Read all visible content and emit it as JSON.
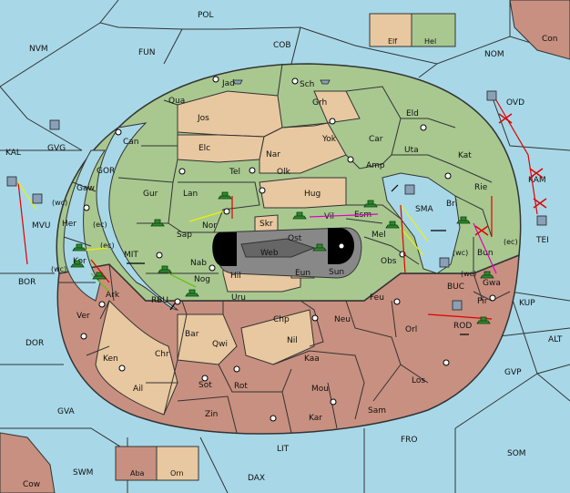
{
  "colors": {
    "sea": "#a8d8e8",
    "green_power": "#a8c890",
    "red_power": "#c89080",
    "neutral": "#e8c8a0",
    "center": "#888888",
    "border": "#333333",
    "black": "#000000"
  },
  "sea_regions": [
    {
      "id": "pol",
      "label": "POL"
    },
    {
      "id": "nvm",
      "label": "NVM"
    },
    {
      "id": "fun",
      "label": "FUN"
    },
    {
      "id": "cob",
      "label": "COB"
    },
    {
      "id": "nom",
      "label": "NOM"
    },
    {
      "id": "con",
      "label": "Con"
    },
    {
      "id": "ovd",
      "label": "OVD"
    },
    {
      "id": "kal",
      "label": "KAL"
    },
    {
      "id": "gvg",
      "label": "GVG"
    },
    {
      "id": "gor",
      "label": "GOR"
    },
    {
      "id": "mvu",
      "label": "MVU"
    },
    {
      "id": "mit",
      "label": "MIT"
    },
    {
      "id": "bor",
      "label": "BOR"
    },
    {
      "id": "rbu",
      "label": "RBU"
    },
    {
      "id": "sma",
      "label": "SMA"
    },
    {
      "id": "kam",
      "label": "KAM"
    },
    {
      "id": "tei",
      "label": "TEI"
    },
    {
      "id": "buc",
      "label": "BUC"
    },
    {
      "id": "kup",
      "label": "KUP"
    },
    {
      "id": "rod",
      "label": "ROD"
    },
    {
      "id": "alt",
      "label": "ALT"
    },
    {
      "id": "dor",
      "label": "DOR"
    },
    {
      "id": "gvp",
      "label": "GVP"
    },
    {
      "id": "gva",
      "label": "GVA"
    },
    {
      "id": "fro",
      "label": "FRO"
    },
    {
      "id": "som",
      "label": "SOM"
    },
    {
      "id": "lit",
      "label": "LIT"
    },
    {
      "id": "swm",
      "label": "SWM"
    },
    {
      "id": "dax",
      "label": "DAX"
    },
    {
      "id": "cow",
      "label": "Cow"
    }
  ],
  "land_provinces": [
    {
      "id": "jad",
      "label": "Jad"
    },
    {
      "id": "sch",
      "label": "Sch"
    },
    {
      "id": "qua",
      "label": "Qua"
    },
    {
      "id": "jos",
      "label": "Jos"
    },
    {
      "id": "grh",
      "label": "Grh"
    },
    {
      "id": "eld",
      "label": "Eld"
    },
    {
      "id": "can",
      "label": "Can"
    },
    {
      "id": "elc",
      "label": "Elc"
    },
    {
      "id": "nar",
      "label": "Nar"
    },
    {
      "id": "yok",
      "label": "Yok"
    },
    {
      "id": "car",
      "label": "Car"
    },
    {
      "id": "uta",
      "label": "Uta"
    },
    {
      "id": "kat",
      "label": "Kat"
    },
    {
      "id": "tel",
      "label": "Tel"
    },
    {
      "id": "olk",
      "label": "Olk"
    },
    {
      "id": "amp",
      "label": "Amp"
    },
    {
      "id": "gur",
      "label": "Gur"
    },
    {
      "id": "lan",
      "label": "Lan"
    },
    {
      "id": "hug",
      "label": "Hug"
    },
    {
      "id": "rie",
      "label": "Rie"
    },
    {
      "id": "gaw",
      "label": "Gaw"
    },
    {
      "id": "her",
      "label": "Her"
    },
    {
      "id": "nor",
      "label": "Nor"
    },
    {
      "id": "vil",
      "label": "Vil"
    },
    {
      "id": "esm",
      "label": "Esm"
    },
    {
      "id": "bri",
      "label": "Bri"
    },
    {
      "id": "sap",
      "label": "Sap"
    },
    {
      "id": "skr",
      "label": "Skr"
    },
    {
      "id": "ost",
      "label": "Ost"
    },
    {
      "id": "mel",
      "label": "Mel"
    },
    {
      "id": "bun",
      "label": "Bun"
    },
    {
      "id": "web",
      "label": "Web"
    },
    {
      "id": "kor",
      "label": "Kor"
    },
    {
      "id": "nab",
      "label": "Nab"
    },
    {
      "id": "obs",
      "label": "Obs"
    },
    {
      "id": "gwa",
      "label": "Gwa"
    },
    {
      "id": "hil",
      "label": "Hil"
    },
    {
      "id": "eun",
      "label": "Eun"
    },
    {
      "id": "sun",
      "label": "Sun"
    },
    {
      "id": "ark",
      "label": "Ark"
    },
    {
      "id": "nog",
      "label": "Nog"
    },
    {
      "id": "uru",
      "label": "Uru"
    },
    {
      "id": "feu",
      "label": "Feu"
    },
    {
      "id": "pir",
      "label": "Pir"
    },
    {
      "id": "ver",
      "label": "Ver"
    },
    {
      "id": "chp",
      "label": "Chp"
    },
    {
      "id": "neu",
      "label": "Neu"
    },
    {
      "id": "orl",
      "label": "Orl"
    },
    {
      "id": "bar",
      "label": "Bar"
    },
    {
      "id": "qwi",
      "label": "Qwi"
    },
    {
      "id": "nil",
      "label": "Nil"
    },
    {
      "id": "ken",
      "label": "Ken"
    },
    {
      "id": "chr",
      "label": "Chr"
    },
    {
      "id": "kaa",
      "label": "Kaa"
    },
    {
      "id": "los",
      "label": "Los"
    },
    {
      "id": "ail",
      "label": "Ail"
    },
    {
      "id": "sot",
      "label": "Sot"
    },
    {
      "id": "rot",
      "label": "Rot"
    },
    {
      "id": "mou",
      "label": "Mou"
    },
    {
      "id": "sam",
      "label": "Sam"
    },
    {
      "id": "zin",
      "label": "Zin"
    },
    {
      "id": "kar",
      "label": "Kar"
    }
  ],
  "legend_top": [
    {
      "label": "Elf"
    },
    {
      "label": "Hel"
    }
  ],
  "legend_bottom": [
    {
      "label": "Aba"
    },
    {
      "label": "Orn"
    }
  ],
  "coast_tags": [
    {
      "id": "mvu-wc",
      "label": "(wc)"
    },
    {
      "id": "her-ec",
      "label": "(ec)"
    },
    {
      "id": "kor-ec",
      "label": "(ec)"
    },
    {
      "id": "kor-wc",
      "label": "(wc)"
    },
    {
      "id": "bun-wc",
      "label": "(wc)"
    },
    {
      "id": "bun-ec",
      "label": "(ec)"
    },
    {
      "id": "gwa-wc",
      "label": "(wc)"
    }
  ]
}
